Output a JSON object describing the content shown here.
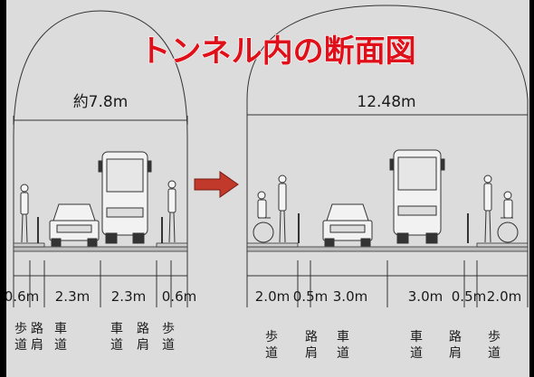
{
  "title": "トンネル内の断面図",
  "colors": {
    "title": "#e0101a",
    "background": "#dcdcdc",
    "line": "#1a1a1a",
    "arrow": "#c0392b"
  },
  "before": {
    "total_width": "約7.8m",
    "lanes": [
      {
        "width": "0.6m",
        "label": [
          "歩",
          "道"
        ]
      },
      {
        "width": "",
        "label": [
          "路",
          "肩"
        ]
      },
      {
        "width": "2.3m",
        "label": [
          "車",
          "道"
        ]
      },
      {
        "width": "2.3m",
        "label": [
          "車",
          "道"
        ]
      },
      {
        "width": "",
        "label": [
          "路",
          "肩"
        ]
      },
      {
        "width": "0.6m",
        "label": [
          "歩",
          "道"
        ]
      }
    ]
  },
  "after": {
    "total_width": "12.48m",
    "lanes": [
      {
        "width": "2.0m",
        "label": [
          "歩",
          "道"
        ]
      },
      {
        "width": "0.5m",
        "label": [
          "路",
          "肩"
        ]
      },
      {
        "width": "3.0m",
        "label": [
          "車",
          "道"
        ]
      },
      {
        "width": "3.0m",
        "label": [
          "車",
          "道"
        ]
      },
      {
        "width": "0.5m",
        "label": [
          "路",
          "肩"
        ]
      },
      {
        "width": "2.0m",
        "label": [
          "歩",
          "道"
        ]
      }
    ]
  },
  "arrow_icon": "right-arrow-icon"
}
